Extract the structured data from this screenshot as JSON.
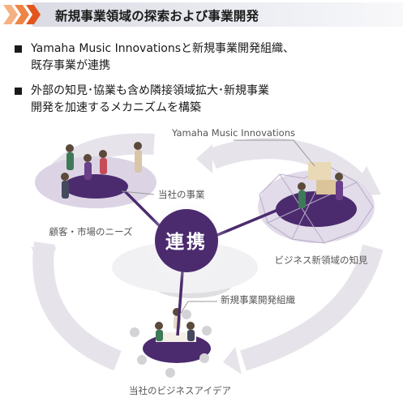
{
  "header": {
    "title": "新規事業領域の探索および事業開発",
    "accent_colors": [
      "#f4a06a",
      "#ee7a3a",
      "#e2561d"
    ]
  },
  "bullets": [
    {
      "lines": [
        "Yamaha Music Innovationsと新規事業開発組織、",
        "既存事業が連携"
      ]
    },
    {
      "lines": [
        "外部の知見･協業も含め隣接領域拡大･新規事業",
        "開発を加速するメカニズムを構築"
      ]
    }
  ],
  "diagram": {
    "center_label": "連携",
    "colors": {
      "hub": "#4b2b6e",
      "hub_light": "#d6ccdf",
      "arrow": "#e4e1e8",
      "connector": "#4b2b6e"
    },
    "nodes": {
      "left": {
        "caption": "顧客・市場のニーズ",
        "callout": "当社の事業"
      },
      "right": {
        "caption": "ビジネス新領域の知見",
        "callout": "Yamaha Music Innovations"
      },
      "bottom": {
        "caption": "当社のビジネスアイデア",
        "callout": "新規事業開発組織"
      }
    }
  }
}
